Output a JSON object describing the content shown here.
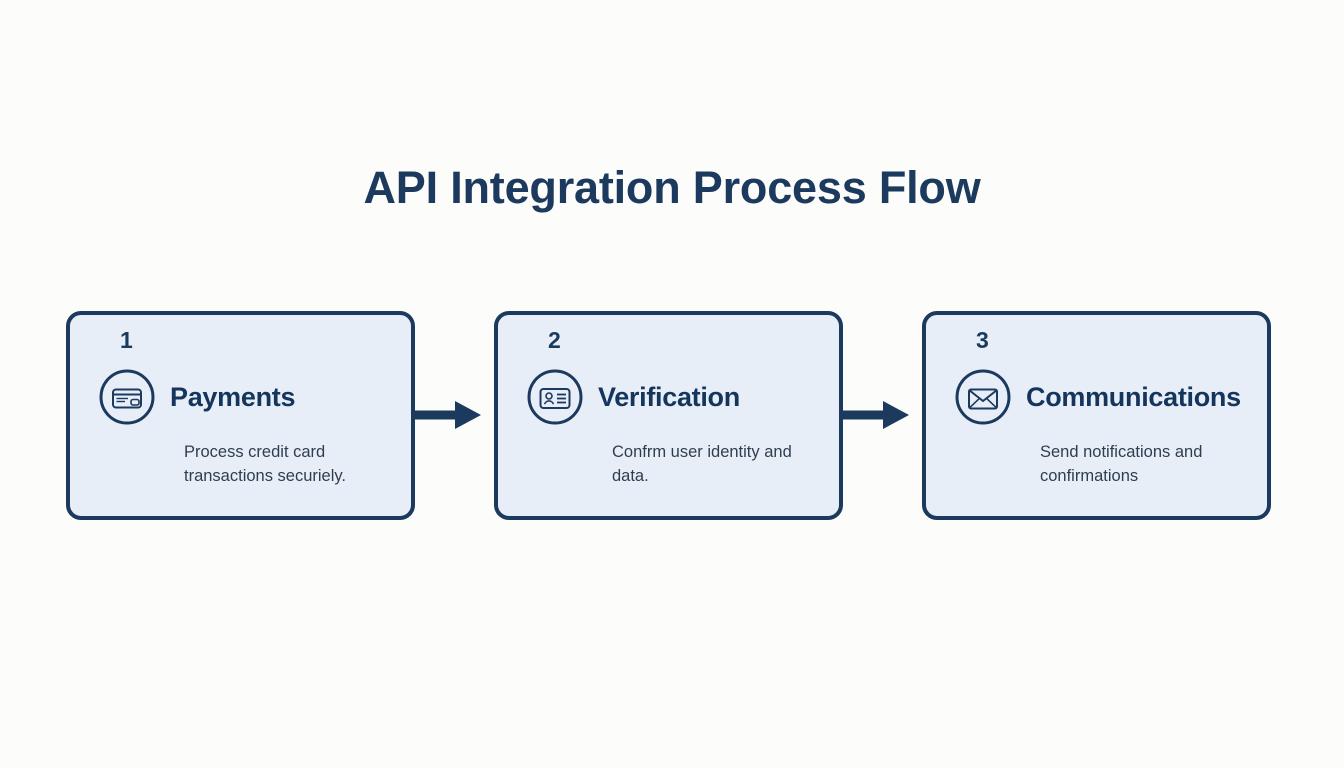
{
  "page": {
    "title": "API Integration Process Flow",
    "background_color": "#fcfcfb",
    "accent_color": "#1b3a5e",
    "card_fill_color": "#e8eef8",
    "text_color": "#2e3e50"
  },
  "flow": {
    "steps": [
      {
        "number": "1",
        "title": "Payments",
        "description": "Process credit card transactions securiely.",
        "icon": "credit-card-icon"
      },
      {
        "number": "2",
        "title": "Verification",
        "description": "Confrm user identity and data.",
        "icon": "id-card-icon"
      },
      {
        "number": "3",
        "title": "Communications",
        "description": "Send notifications and confirmations",
        "icon": "envelope-icon"
      }
    ],
    "connectors": [
      {
        "icon": "arrow-right-icon"
      },
      {
        "icon": "arrow-right-icon"
      }
    ]
  }
}
